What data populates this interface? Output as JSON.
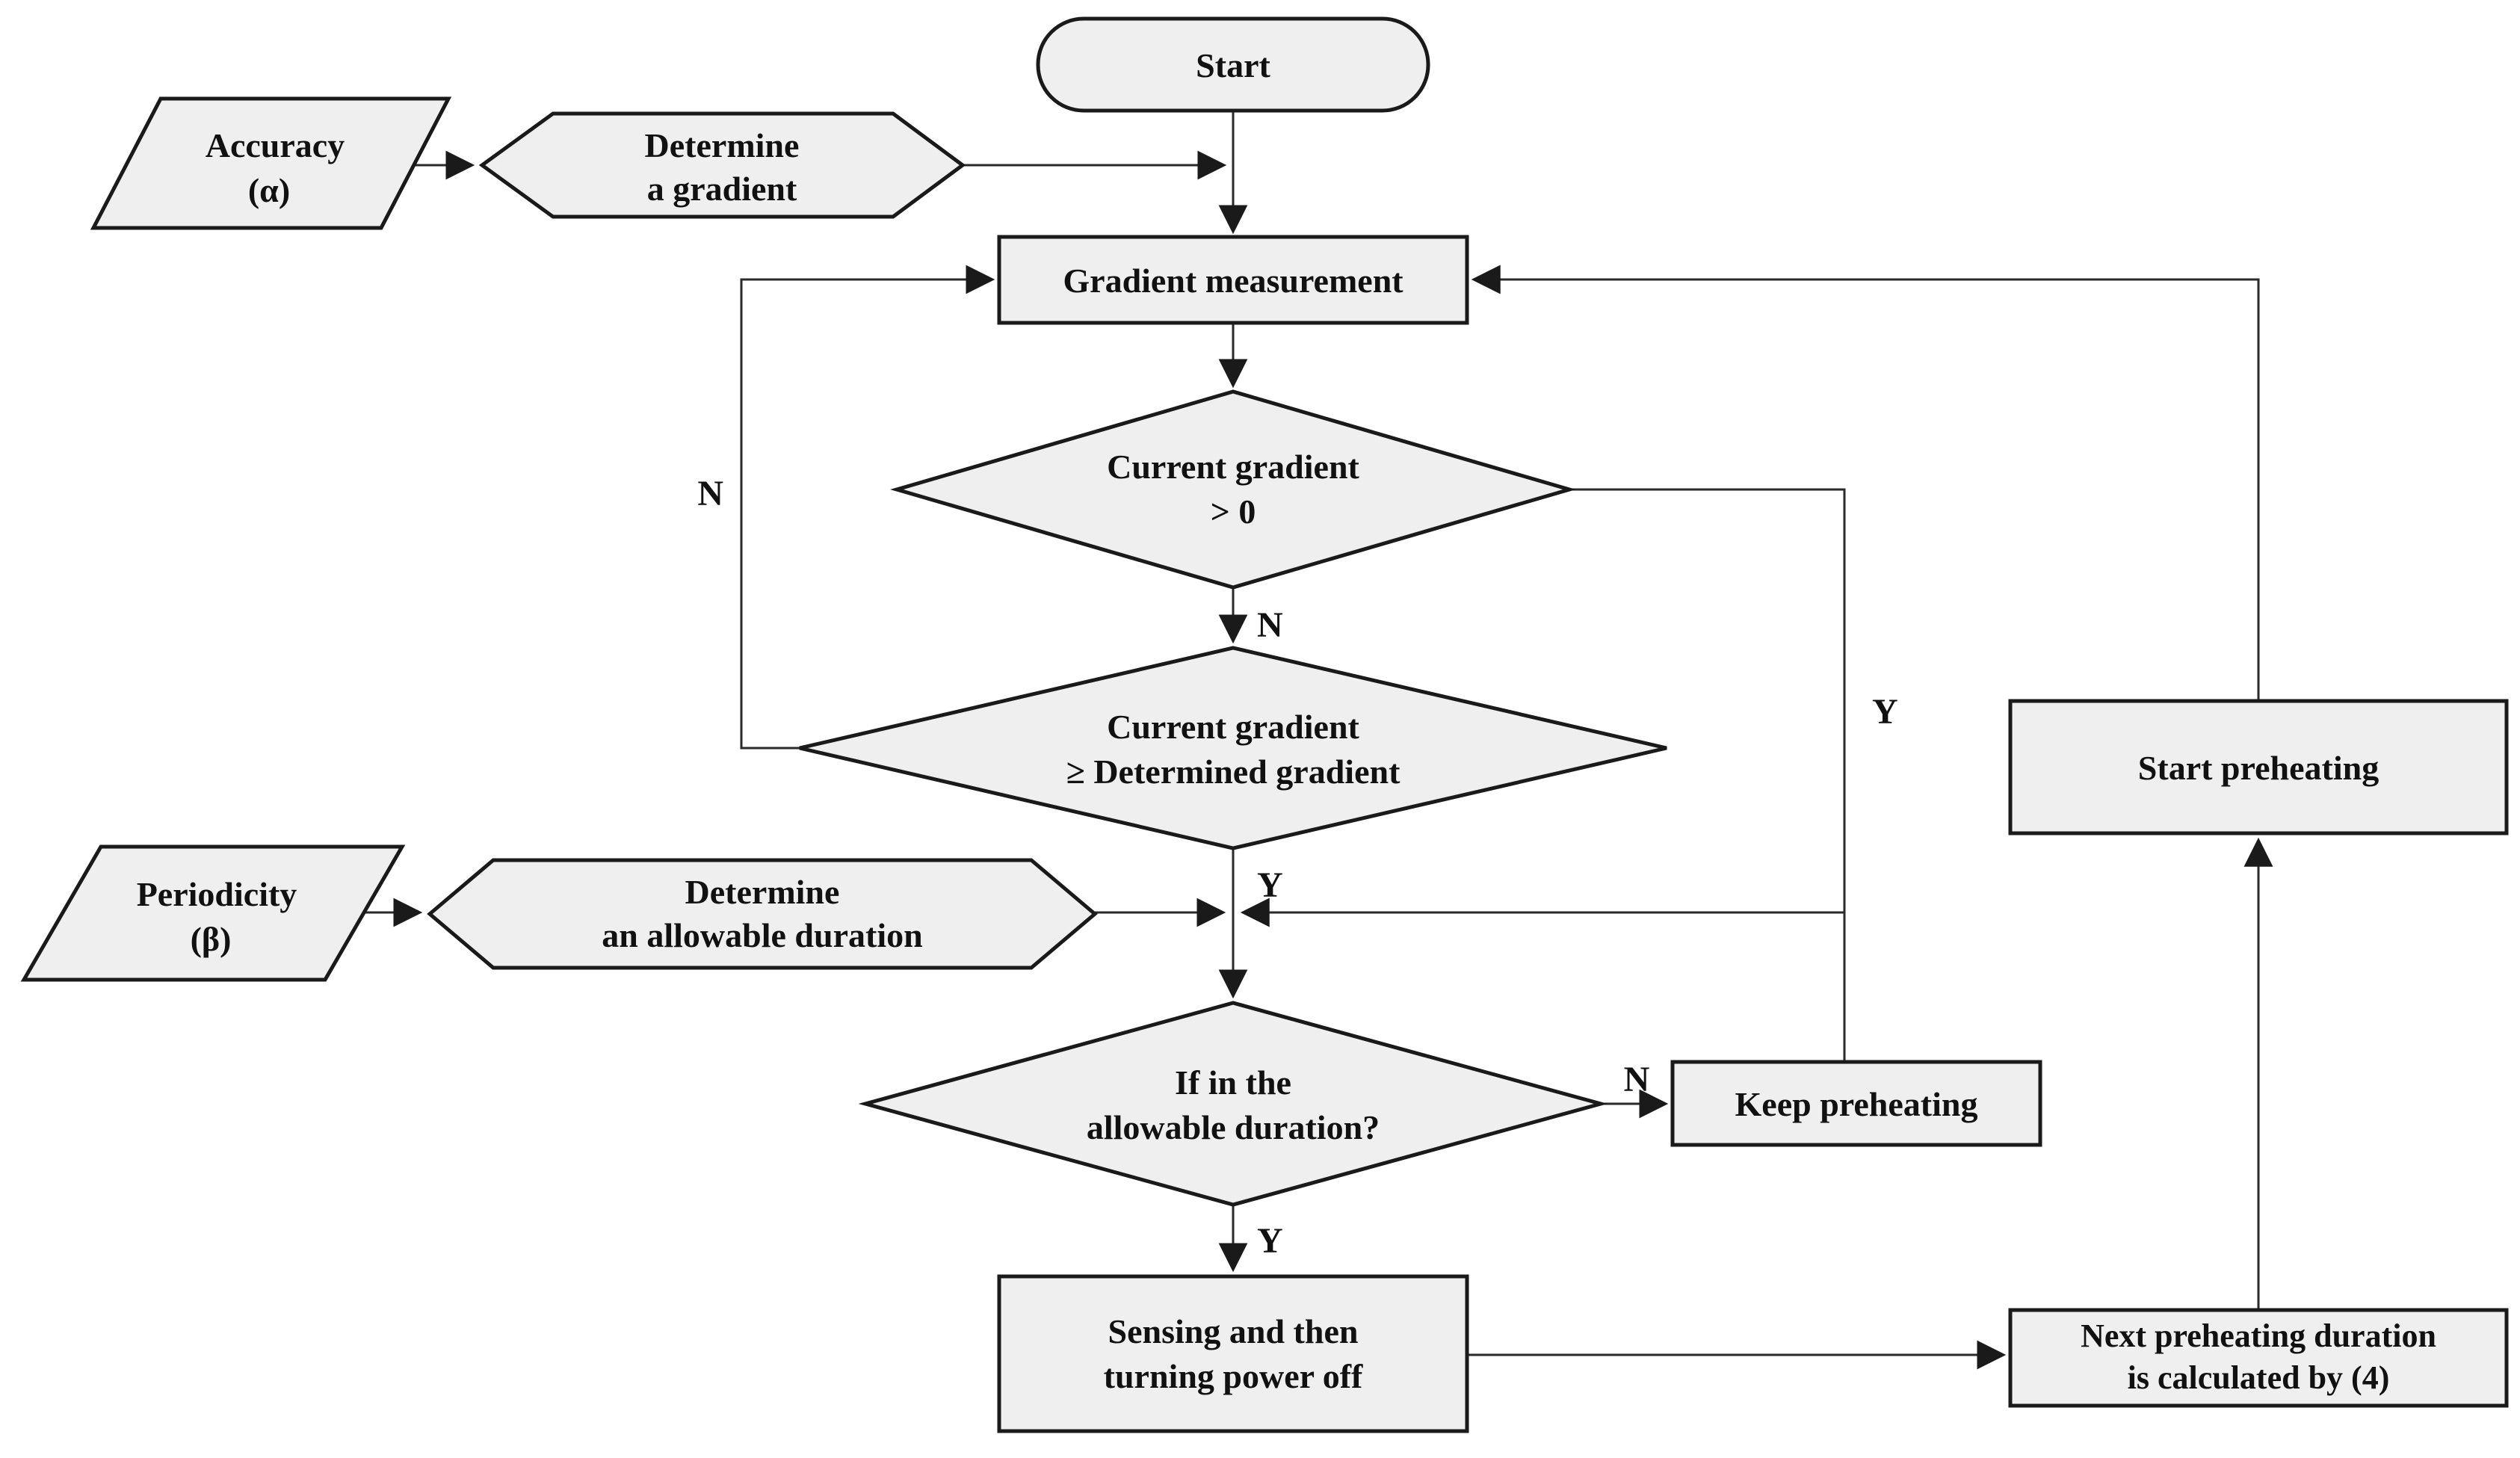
{
  "diagram": {
    "type": "flowchart",
    "title_semantic": "Preheating control flowchart",
    "colors": {
      "node_fill": "#efefef",
      "node_stroke": "#1a1a1a",
      "connector": "#2a2a2a",
      "text": "#111111",
      "background": "#ffffff"
    },
    "nodes": {
      "start": {
        "shape": "terminator",
        "label": "Start"
      },
      "accuracy_input": {
        "shape": "parallelogram",
        "lines": [
          "Accuracy",
          "(α)"
        ]
      },
      "determine_gradient": {
        "shape": "hexagon",
        "lines": [
          "Determine",
          "a gradient"
        ]
      },
      "gradient_measurement": {
        "shape": "process",
        "label": "Gradient measurement"
      },
      "current_gradient_positive": {
        "shape": "decision",
        "lines": [
          "Current gradient",
          "> 0"
        ]
      },
      "current_vs_determined": {
        "shape": "decision",
        "lines": [
          "Current gradient",
          "≥ Determined gradient"
        ]
      },
      "periodicity_input": {
        "shape": "parallelogram",
        "lines": [
          "Periodicity",
          "(β)"
        ]
      },
      "determine_allowable_duration": {
        "shape": "hexagon",
        "lines": [
          "Determine",
          "an allowable duration"
        ]
      },
      "if_allowable_duration": {
        "shape": "decision",
        "lines": [
          "If in the",
          "allowable duration?"
        ]
      },
      "keep_preheating": {
        "shape": "process",
        "label": "Keep preheating"
      },
      "start_preheating": {
        "shape": "process",
        "label": "Start preheating"
      },
      "sensing_power_off": {
        "shape": "process",
        "lines": [
          "Sensing and then",
          "turning power off"
        ]
      },
      "next_preheating_duration": {
        "shape": "process",
        "lines": [
          "Next preheating duration",
          "is calculated by (4)"
        ]
      }
    },
    "edge_labels": {
      "gradient_positive_no": "N",
      "gradient_positive_yes": "Y",
      "current_vs_determined_no": "N",
      "current_vs_determined_yes": "Y",
      "allowable_duration_no": "N",
      "allowable_duration_yes": "Y"
    }
  }
}
